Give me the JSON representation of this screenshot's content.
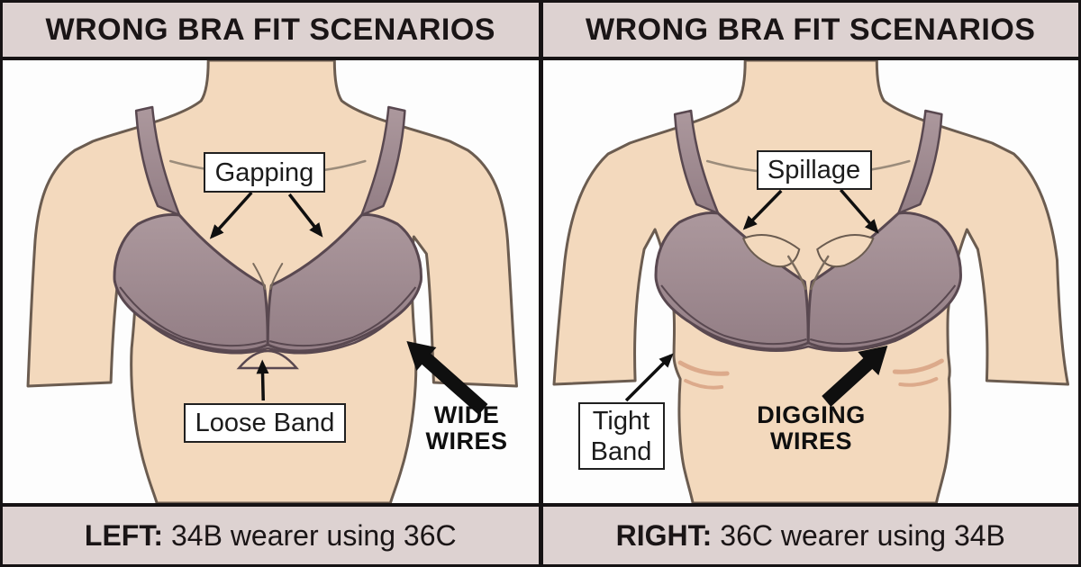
{
  "title": "Wrong bra fit comparison infographic",
  "colors": {
    "frame": "#161314",
    "strip_bg": "#ddd2d1",
    "panel_bg": "#fdfdfd",
    "header_text": "#1a1516",
    "label_text": "#1c1c1c",
    "box_border": "#202020",
    "arrow": "#0f0f0f",
    "skin": "#f3d9bd",
    "skin_outline": "#6b5c50",
    "contour": "#9b8c7b",
    "cup_top": "#ac989d",
    "cup_bottom": "#937e85",
    "band": "#b4a2a4",
    "bra_outline": "#594850",
    "crease": "#dcaa8b"
  },
  "panels": [
    {
      "header": "WRONG BRA FIT SCENARIOS",
      "labels": {
        "cup_issue": "Gapping",
        "band_issue": "Loose Band",
        "wire_issue_lines": [
          "WIDE",
          "WIRES"
        ]
      },
      "caption": {
        "prefix": "LEFT:",
        "text": "34B wearer using 36C"
      }
    },
    {
      "header": "WRONG BRA FIT SCENARIOS",
      "labels": {
        "cup_issue": "Spillage",
        "band_issue_lines": [
          "Tight",
          "Band"
        ],
        "wire_issue_lines": [
          "DIGGING",
          "WIRES"
        ]
      },
      "caption": {
        "prefix": "RIGHT:",
        "text": "36C wearer using 34B"
      }
    }
  ]
}
